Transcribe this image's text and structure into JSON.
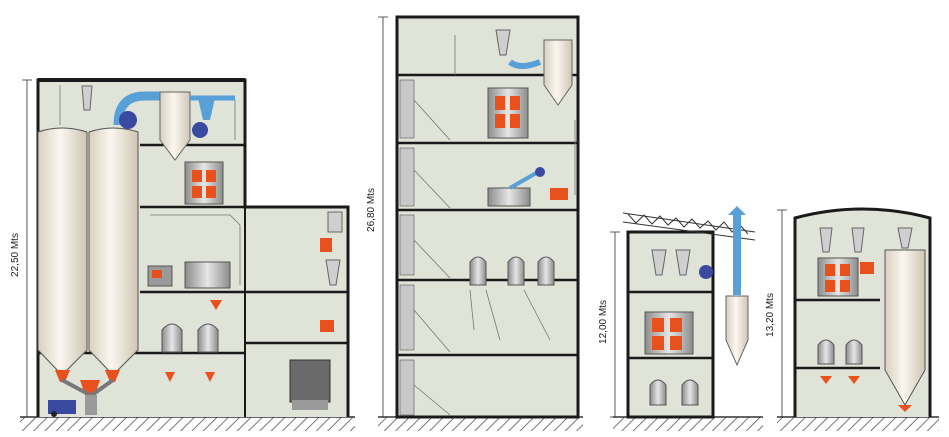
{
  "dimensions": {
    "b1": "22,50 Mts",
    "b2": "26,80 Mts",
    "b3": "12,00 Mts",
    "b4": "13,20 Mts"
  },
  "colors": {
    "wall": "#1a1a1a",
    "interior": "#dfe3d8",
    "silo": "#efe8dc",
    "machine": "#9a9a9a",
    "accent": "#e8501e",
    "duct": "#5aa0d8",
    "motor": "#3a4aa0",
    "ground": "#8a8a8a"
  }
}
